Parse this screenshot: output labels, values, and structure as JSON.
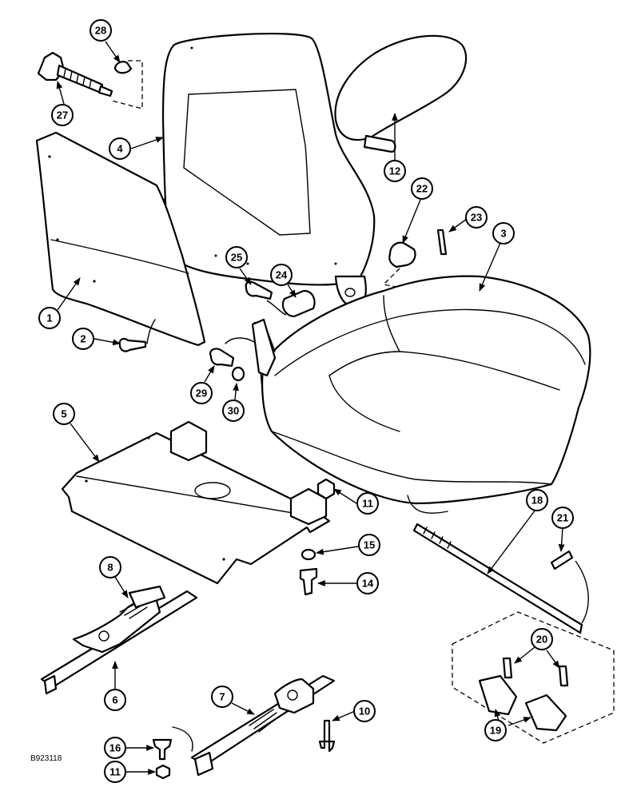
{
  "drawing": {
    "code": "B923118",
    "callouts": [
      "28",
      "27",
      "4",
      "1",
      "2",
      "12",
      "22",
      "23",
      "3",
      "25",
      "24",
      "29",
      "30",
      "5",
      "11",
      "15",
      "14",
      "8",
      "6",
      "18",
      "21",
      "20",
      "19",
      "7",
      "10",
      "16",
      "11"
    ]
  }
}
